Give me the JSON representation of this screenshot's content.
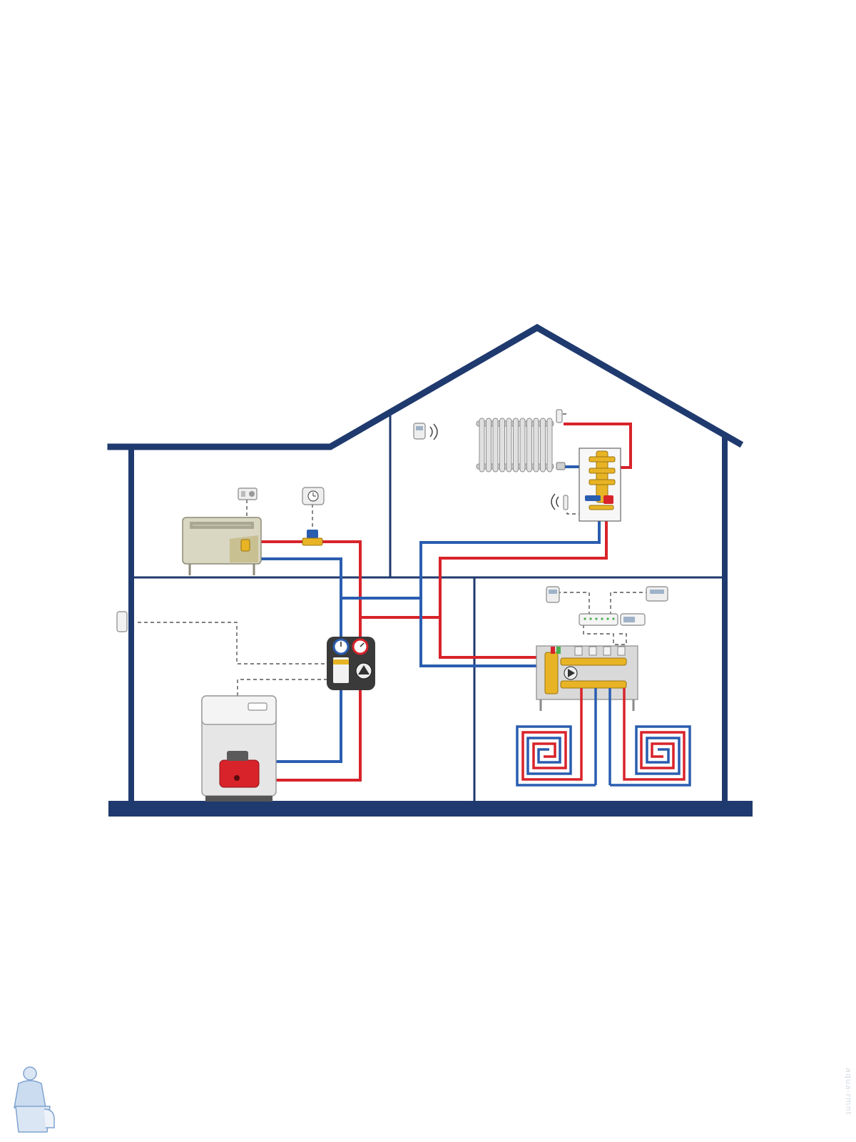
{
  "colors": {
    "wall": "#1f3a6e",
    "supply": "#d8232a",
    "return": "#2a5db0",
    "brass": "#e8b425",
    "control_line": "#555555",
    "appliance_body": "#e6e6e6"
  },
  "floors": {
    "attic_left": {
      "items": [
        "electric-convector",
        "room-thermostat",
        "timer-clock",
        "thermostatic-valve"
      ]
    },
    "attic_right": {
      "items": [
        "radiator",
        "wireless-thermostat",
        "manifold-cabinet"
      ]
    },
    "ground_left": {
      "items": [
        "outdoor-sensor",
        "boiler",
        "pump-group"
      ]
    },
    "ground_right": {
      "items": [
        "floor-heating-manifold",
        "floor-loop-left",
        "floor-loop-right",
        "zone-controller",
        "room-thermostat-left",
        "room-thermostat-right"
      ]
    }
  },
  "icons": {
    "logo": "plumber-mascot-icon",
    "wireless": "wireless-signal-icon",
    "clock": "clock-icon",
    "thermometer": "thermometer-icon",
    "pump": "pump-icon",
    "gauge": "gauge-icon"
  },
  "watermark_text": "aqua-rmnt"
}
